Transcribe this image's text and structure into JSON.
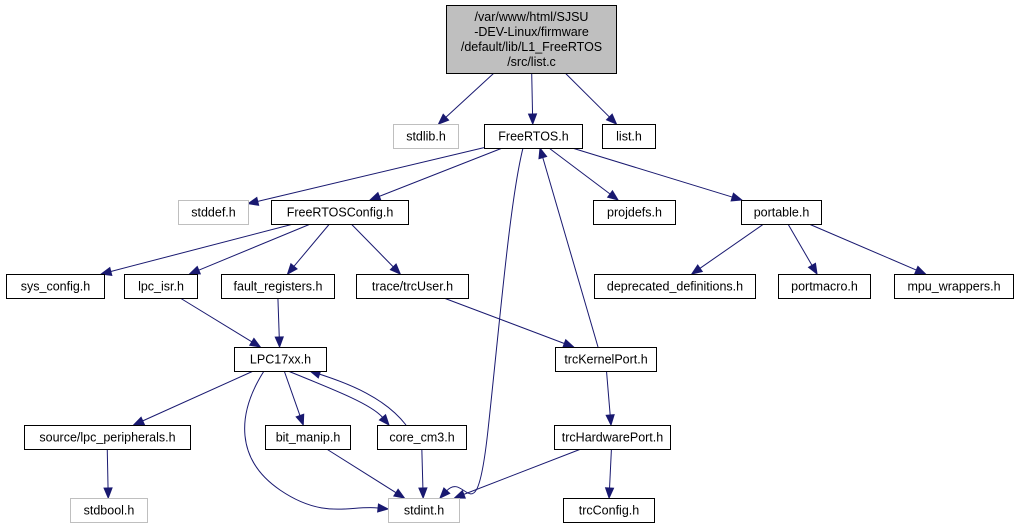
{
  "colors": {
    "edge": "#191970",
    "node_border": "#000000",
    "missing_border": "#bfbfbf",
    "root_fill": "#bfbfbf",
    "node_fill": "#ffffff"
  },
  "nodes": [
    {
      "id": "root",
      "lines": [
        "/var/www/html/SJSU",
        "-DEV-Linux/firmware",
        "/default/lib/L1_FreeRTOS",
        "/src/list.c"
      ],
      "style": "root"
    },
    {
      "id": "stdlib",
      "lines": [
        "stdlib.h"
      ],
      "style": "missing"
    },
    {
      "id": "freertos",
      "lines": [
        "FreeRTOS.h"
      ],
      "style": "normal"
    },
    {
      "id": "list",
      "lines": [
        "list.h"
      ],
      "style": "normal"
    },
    {
      "id": "stddef",
      "lines": [
        "stddef.h"
      ],
      "style": "missing"
    },
    {
      "id": "freertosconfig",
      "lines": [
        "FreeRTOSConfig.h"
      ],
      "style": "normal"
    },
    {
      "id": "projdefs",
      "lines": [
        "projdefs.h"
      ],
      "style": "normal"
    },
    {
      "id": "portable",
      "lines": [
        "portable.h"
      ],
      "style": "normal"
    },
    {
      "id": "sysconfig",
      "lines": [
        "sys_config.h"
      ],
      "style": "normal"
    },
    {
      "id": "lpcisr",
      "lines": [
        "lpc_isr.h"
      ],
      "style": "normal"
    },
    {
      "id": "faultreg",
      "lines": [
        "fault_registers.h"
      ],
      "style": "normal"
    },
    {
      "id": "trcuser",
      "lines": [
        "trace/trcUser.h"
      ],
      "style": "normal"
    },
    {
      "id": "deprecated",
      "lines": [
        "deprecated_definitions.h"
      ],
      "style": "normal"
    },
    {
      "id": "portmacro",
      "lines": [
        "portmacro.h"
      ],
      "style": "normal"
    },
    {
      "id": "mpuwrappers",
      "lines": [
        "mpu_wrappers.h"
      ],
      "style": "normal"
    },
    {
      "id": "lpc17xx",
      "lines": [
        "LPC17xx.h"
      ],
      "style": "normal"
    },
    {
      "id": "trckernelport",
      "lines": [
        "trcKernelPort.h"
      ],
      "style": "normal"
    },
    {
      "id": "lpcperipherals",
      "lines": [
        "source/lpc_peripherals.h"
      ],
      "style": "normal"
    },
    {
      "id": "bitmanip",
      "lines": [
        "bit_manip.h"
      ],
      "style": "normal"
    },
    {
      "id": "corecm3",
      "lines": [
        "core_cm3.h"
      ],
      "style": "normal"
    },
    {
      "id": "trchardwareport",
      "lines": [
        "trcHardwarePort.h"
      ],
      "style": "normal"
    },
    {
      "id": "stdbool",
      "lines": [
        "stdbool.h"
      ],
      "style": "missing"
    },
    {
      "id": "stdint",
      "lines": [
        "stdint.h"
      ],
      "style": "missing"
    },
    {
      "id": "trcconfig",
      "lines": [
        "trcConfig.h"
      ],
      "style": "normal"
    }
  ],
  "edges": [
    {
      "from": "root",
      "to": "stdlib"
    },
    {
      "from": "root",
      "to": "freertos"
    },
    {
      "from": "root",
      "to": "list"
    },
    {
      "from": "freertos",
      "to": "stddef"
    },
    {
      "from": "freertos",
      "to": "freertosconfig"
    },
    {
      "from": "freertos",
      "to": "projdefs"
    },
    {
      "from": "freertos",
      "to": "portable"
    },
    {
      "from": "freertos",
      "to": "stdint"
    },
    {
      "from": "freertosconfig",
      "to": "sysconfig"
    },
    {
      "from": "freertosconfig",
      "to": "lpcisr"
    },
    {
      "from": "freertosconfig",
      "to": "faultreg"
    },
    {
      "from": "freertosconfig",
      "to": "trcuser"
    },
    {
      "from": "portable",
      "to": "deprecated"
    },
    {
      "from": "portable",
      "to": "portmacro"
    },
    {
      "from": "portable",
      "to": "mpuwrappers"
    },
    {
      "from": "lpcisr",
      "to": "lpc17xx"
    },
    {
      "from": "faultreg",
      "to": "lpc17xx"
    },
    {
      "from": "trcuser",
      "to": "trckernelport"
    },
    {
      "from": "trckernelport",
      "to": "freertos"
    },
    {
      "from": "trckernelport",
      "to": "trchardwareport"
    },
    {
      "from": "lpc17xx",
      "to": "lpcperipherals"
    },
    {
      "from": "lpc17xx",
      "to": "bitmanip"
    },
    {
      "from": "lpc17xx",
      "to": "corecm3"
    },
    {
      "from": "lpc17xx",
      "to": "stdint"
    },
    {
      "from": "corecm3",
      "to": "lpc17xx"
    },
    {
      "from": "corecm3",
      "to": "stdint"
    },
    {
      "from": "bitmanip",
      "to": "stdint"
    },
    {
      "from": "lpcperipherals",
      "to": "stdbool"
    },
    {
      "from": "trchardwareport",
      "to": "stdint"
    },
    {
      "from": "trchardwareport",
      "to": "trcconfig"
    }
  ]
}
